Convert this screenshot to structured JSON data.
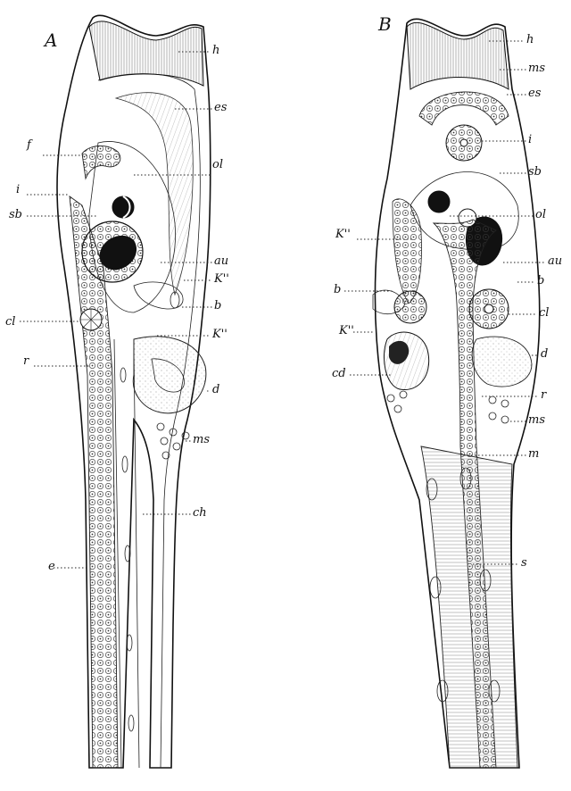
{
  "panels": [
    {
      "id": "A",
      "letter": "A",
      "labels": [
        "h",
        "es",
        "f",
        "ol",
        "i",
        "sb",
        "au",
        "K''",
        "b",
        "cl",
        "K''",
        "r",
        "d",
        "ms",
        "ch",
        "e"
      ]
    },
    {
      "id": "B",
      "letter": "B",
      "labels": [
        "h",
        "ms",
        "es",
        "i",
        "sb",
        "ol",
        "K''",
        "au",
        "b",
        "b",
        "K''",
        "cl",
        "d",
        "cd",
        "r",
        "ms",
        "m",
        "s"
      ]
    }
  ]
}
